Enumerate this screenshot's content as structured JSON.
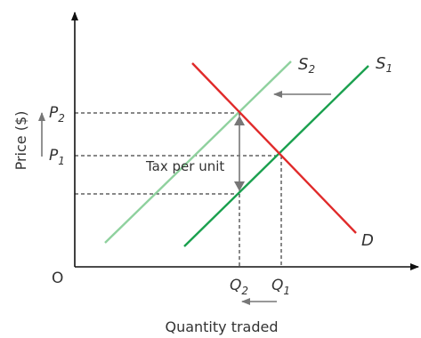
{
  "axes": {
    "y_label": "Price ($)",
    "x_label": "Quantity traded",
    "origin": "O"
  },
  "curves": {
    "supply_original": {
      "label": "S",
      "sub": "1",
      "color": "#1aa04e"
    },
    "supply_shifted": {
      "label": "S",
      "sub": "2",
      "color": "#8fd19e"
    },
    "demand": {
      "label": "D",
      "color": "#e02a2a"
    }
  },
  "price_levels": {
    "p2": {
      "label": "P",
      "sub": "2"
    },
    "p1": {
      "label": "P",
      "sub": "1"
    }
  },
  "quantity_levels": {
    "q2": {
      "label": "Q",
      "sub": "2"
    },
    "q1": {
      "label": "Q",
      "sub": "1"
    }
  },
  "annotations": {
    "tax": "Tax per unit"
  },
  "colors": {
    "axis": "#111111",
    "arrow": "#777777",
    "guide": "#111111"
  }
}
